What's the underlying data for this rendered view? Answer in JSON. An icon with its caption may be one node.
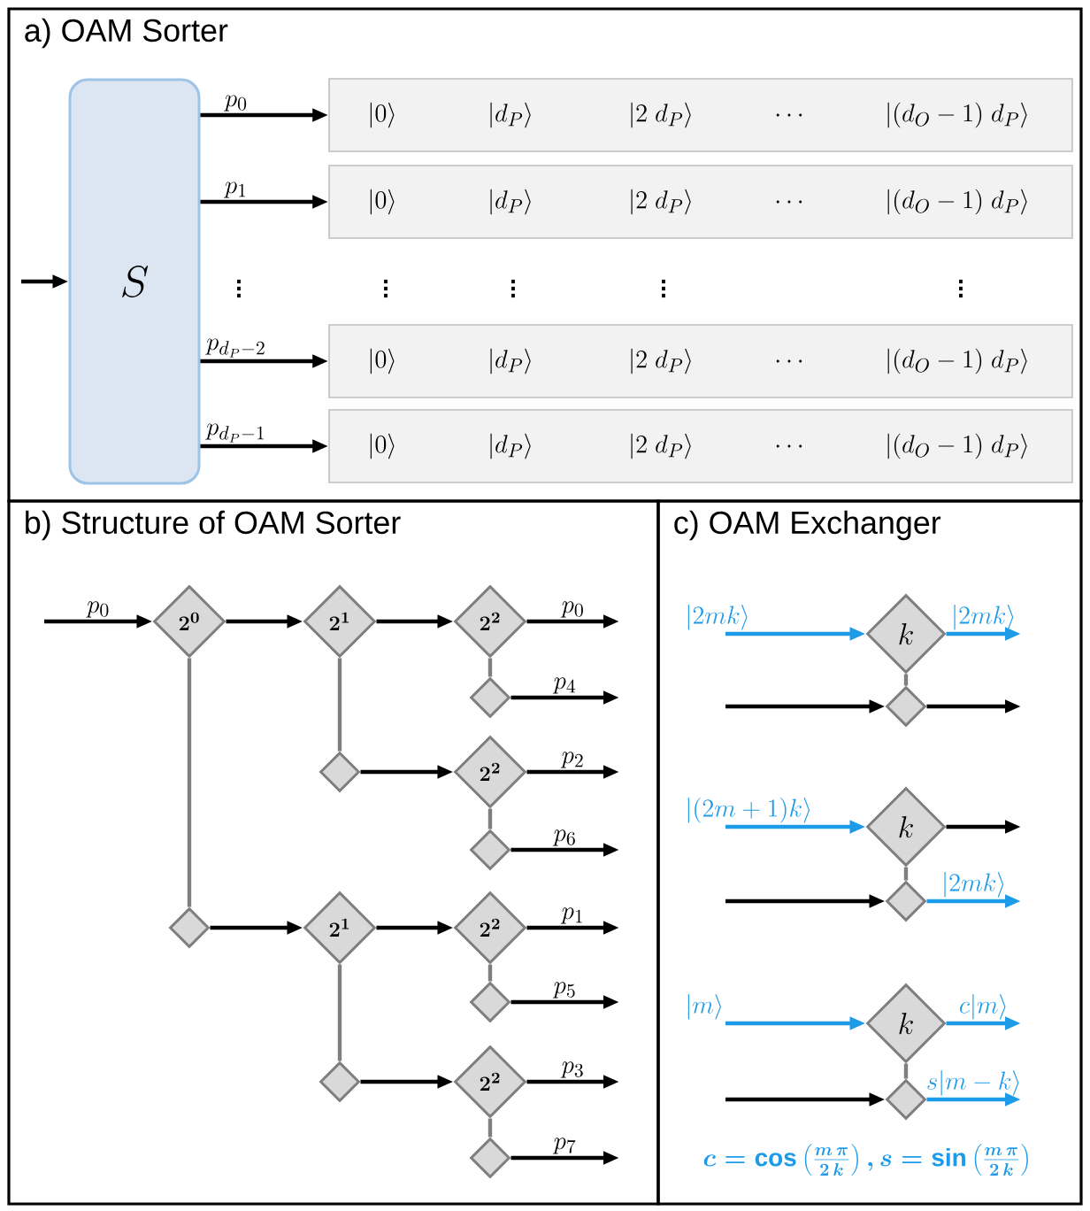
{
  "diagram": {
    "nodes": [
      {
        "text": [
          "a) OAM Sorter"
        ]
      },
      {
        "text": [
          "S"
        ],
        "in": 0
      },
      {
        "text": [
          "|0\\rangle",
          "|d_P\\rangle",
          "|2\\;d_P\\rangle",
          "\\cdots",
          "|(d_O-1)\\;d_P\\rangle"
        ],
        "in": 0
      },
      {
        "text": [
          "|0\\rangle",
          "|d_P\\rangle",
          "|2\\;d_P\\rangle",
          "\\cdots",
          "|(d_O-1)\\;d_P\\rangle"
        ],
        "in": 0
      },
      {
        "text": [
          "|0\\rangle",
          "|d_P\\rangle",
          "|2\\;d_P\\rangle",
          "\\cdots",
          "|(d_O-1)\\;d_P\\rangle"
        ],
        "in": 0
      },
      {
        "text": [
          "|0\\rangle",
          "|d_P\\rangle",
          "|2\\;d_P\\rangle",
          "\\cdots",
          "|(d_O-1)\\;d_P\\rangle"
        ],
        "in": 0
      },
      {
        "text": [
          "b) Structure of OAM Sorter"
        ]
      },
      {
        "text": [
          "2^{0}"
        ],
        "in": 6
      },
      {
        "text": [
          "2^{1}"
        ],
        "in": 6
      },
      {
        "text": [
          "2^{2}"
        ],
        "in": 6
      },
      {
        "text": [],
        "shape": "diamond",
        "in": 6
      },
      {
        "text": [],
        "shape": "diamond",
        "in": 6
      },
      {
        "text": [
          "2^{2}"
        ],
        "in": 6
      },
      {
        "text": [],
        "shape": "diamond",
        "in": 6
      },
      {
        "text": [],
        "shape": "diamond",
        "in": 6
      },
      {
        "text": [
          "2^{1}"
        ],
        "in": 6
      },
      {
        "text": [
          "2^{2}"
        ],
        "in": 6
      },
      {
        "text": [],
        "shape": "diamond",
        "in": 6
      },
      {
        "text": [],
        "shape": "diamond",
        "in": 6
      },
      {
        "text": [
          "2^{2}"
        ],
        "in": 6
      },
      {
        "text": [],
        "shape": "diamond",
        "in": 6
      },
      {
        "text": [
          "c) OAM Exchanger"
        ]
      },
      {
        "text": [
          "k"
        ],
        "in": 21
      },
      {
        "text": [],
        "shape": "diamond",
        "in": 21
      },
      {
        "text": [
          "k"
        ],
        "in": 21
      },
      {
        "text": [],
        "shape": "diamond",
        "in": 21
      },
      {
        "text": [
          "k"
        ],
        "in": 21
      },
      {
        "text": [],
        "shape": "diamond",
        "in": 21
      }
    ],
    "edges": [
      {
        "from": null,
        "to": 1,
        "arrow": "to"
      },
      {
        "from": 1,
        "to": 2,
        "arrow": "to",
        "label": "p_0"
      },
      {
        "from": 1,
        "to": 3,
        "arrow": "to",
        "label": "p_1"
      },
      {
        "from": 1,
        "to": 4,
        "arrow": "to",
        "label": "p_{d_P-2}"
      },
      {
        "from": 1,
        "to": 5,
        "arrow": "to",
        "label": "p_{d_P-1}"
      },
      {
        "from": null,
        "to": 7,
        "arrow": "to",
        "label": "p_0"
      },
      {
        "from": 7,
        "to": 8,
        "arrow": "to"
      },
      {
        "from": 8,
        "to": 9,
        "arrow": "to"
      },
      {
        "from": 9,
        "to": null,
        "arrow": "to",
        "label": "p_0"
      },
      {
        "from": 9,
        "to": 10,
        "arrow": "none",
        "color": "#7f7f7f"
      },
      {
        "from": 10,
        "to": null,
        "arrow": "to",
        "label": "p_4"
      },
      {
        "from": 8,
        "to": 11,
        "arrow": "none",
        "color": "#7f7f7f"
      },
      {
        "from": 11,
        "to": 12,
        "arrow": "to"
      },
      {
        "from": 12,
        "to": null,
        "arrow": "to",
        "label": "p_2"
      },
      {
        "from": 12,
        "to": 13,
        "arrow": "none",
        "color": "#7f7f7f"
      },
      {
        "from": 13,
        "to": null,
        "arrow": "to",
        "label": "p_6"
      },
      {
        "from": 7,
        "to": 14,
        "arrow": "none",
        "color": "#7f7f7f"
      },
      {
        "from": 14,
        "to": 15,
        "arrow": "to"
      },
      {
        "from": 15,
        "to": 16,
        "arrow": "to"
      },
      {
        "from": 16,
        "to": null,
        "arrow": "to",
        "label": "p_1"
      },
      {
        "from": 16,
        "to": 17,
        "arrow": "none",
        "color": "#7f7f7f"
      },
      {
        "from": 17,
        "to": null,
        "arrow": "to",
        "label": "p_5"
      },
      {
        "from": 15,
        "to": 18,
        "arrow": "none",
        "color": "#7f7f7f"
      },
      {
        "from": 18,
        "to": 19,
        "arrow": "to"
      },
      {
        "from": 19,
        "to": null,
        "arrow": "to",
        "label": "p_3"
      },
      {
        "from": 19,
        "to": 20,
        "arrow": "none",
        "color": "#7f7f7f"
      },
      {
        "from": 20,
        "to": null,
        "arrow": "to",
        "label": "p_7"
      },
      {
        "from": null,
        "to": 22,
        "arrow": "to",
        "color": "#1e9be8",
        "label": "|2mk\\rangle"
      },
      {
        "from": 22,
        "to": null,
        "arrow": "to",
        "color": "#1e9be8",
        "label": "|2mk\\rangle"
      },
      {
        "from": 22,
        "to": 23,
        "arrow": "none",
        "color": "#7f7f7f"
      },
      {
        "from": null,
        "to": 23,
        "arrow": "to"
      },
      {
        "from": 23,
        "to": null,
        "arrow": "to"
      },
      {
        "from": null,
        "to": 24,
        "arrow": "to",
        "color": "#1e9be8",
        "label": "|(2m+1)k\\rangle"
      },
      {
        "from": 24,
        "to": null,
        "arrow": "to"
      },
      {
        "from": 24,
        "to": 25,
        "arrow": "none",
        "color": "#7f7f7f"
      },
      {
        "from": null,
        "to": 25,
        "arrow": "to"
      },
      {
        "from": 25,
        "to": null,
        "arrow": "to",
        "color": "#1e9be8",
        "label": "|2mk\\rangle"
      },
      {
        "from": null,
        "to": 26,
        "arrow": "to",
        "color": "#1e9be8",
        "label": "|m\\rangle"
      },
      {
        "from": 26,
        "to": null,
        "arrow": "to",
        "color": "#1e9be8",
        "label": "c|m\\rangle"
      },
      {
        "from": 26,
        "to": 27,
        "arrow": "none",
        "color": "#7f7f7f"
      },
      {
        "from": null,
        "to": 27,
        "arrow": "to"
      },
      {
        "from": 27,
        "to": null,
        "arrow": "to",
        "color": "#1e9be8",
        "label": "s|m-k\\rangle"
      }
    ],
    "labels": [
      "\\vdots",
      "\\vdots",
      "\\vdots",
      "\\vdots",
      "\\vdots",
      "c=\\cos\\left(\\frac{m\\,\\pi}{2\\,k}\\right), s=\\sin\\left(\\frac{m\\,\\pi}{2\\,k}\\right)"
    ]
  }
}
